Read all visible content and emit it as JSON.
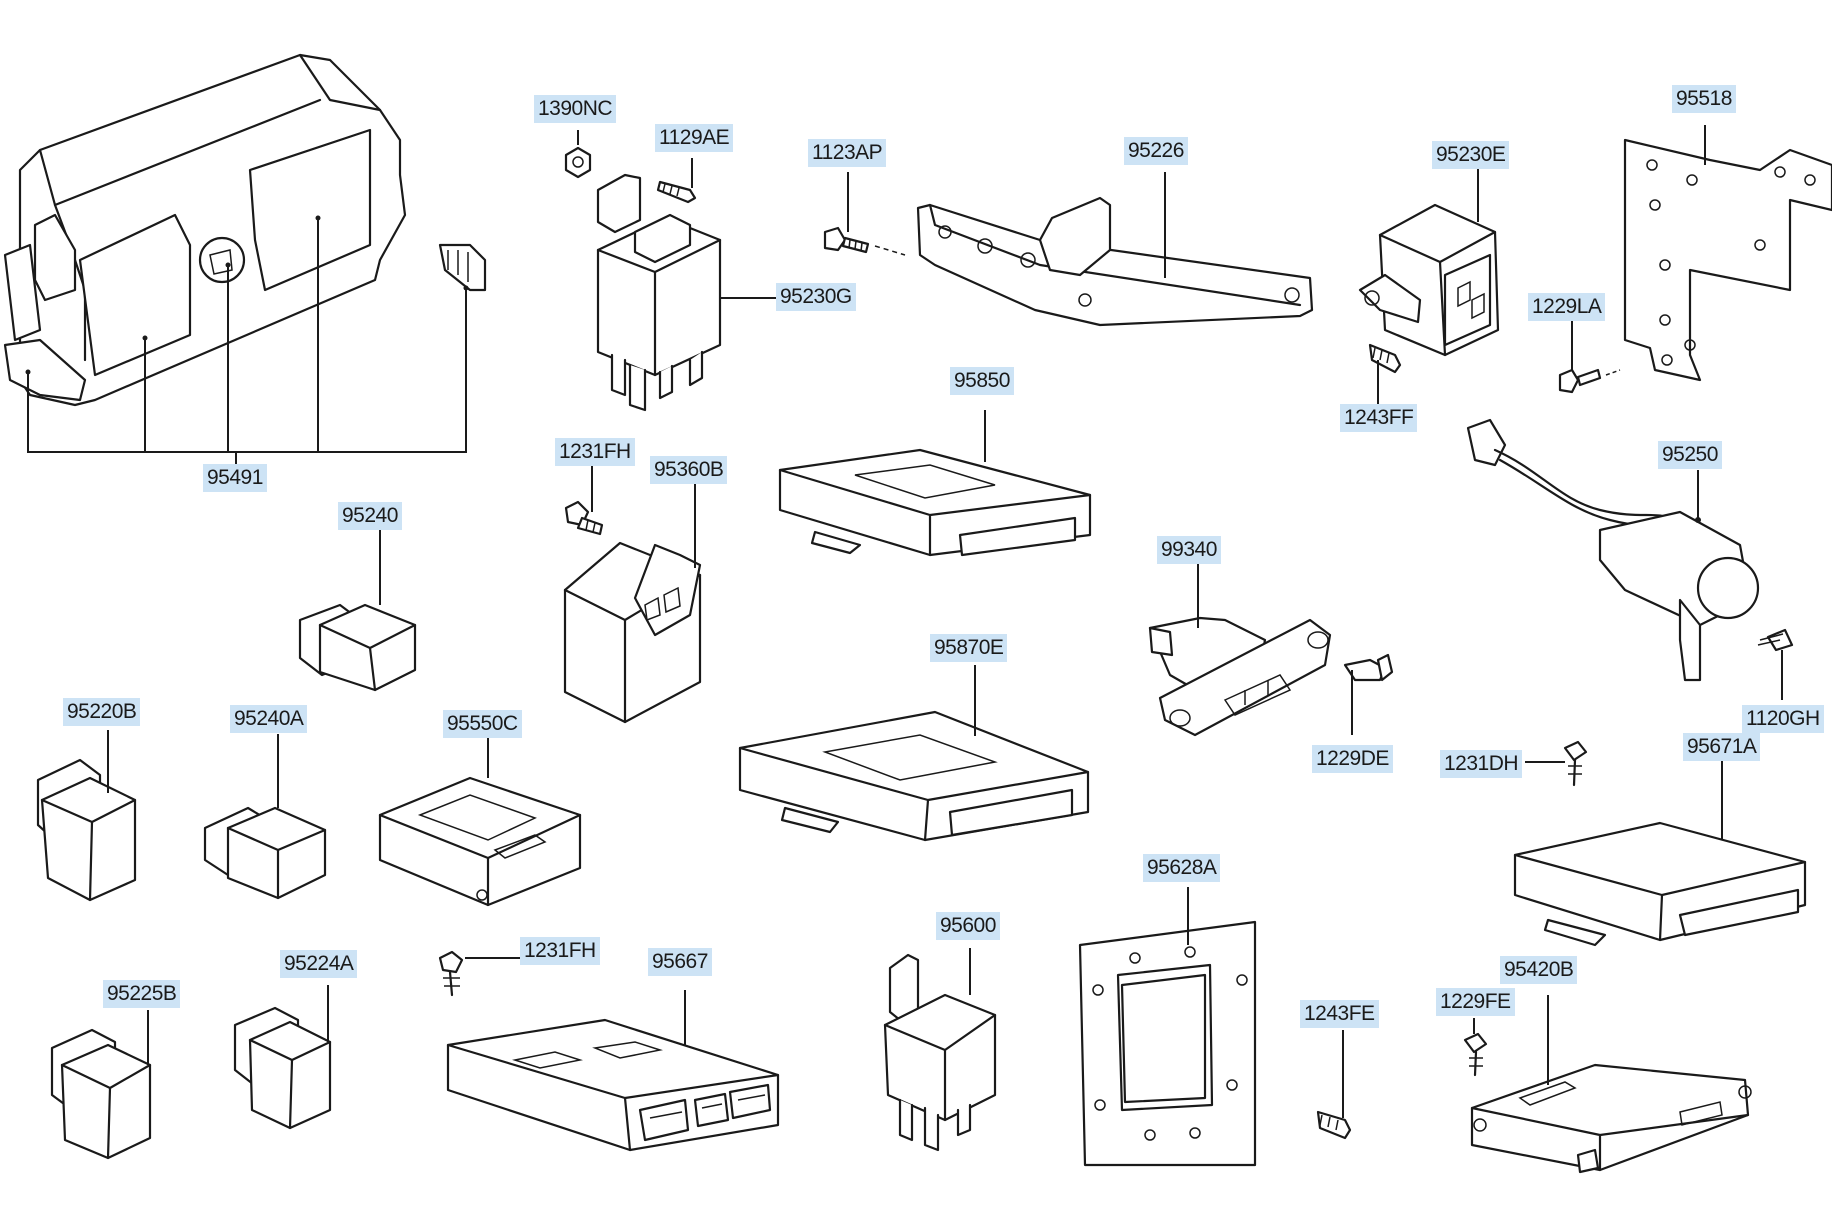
{
  "label_bg": "#cde3f5",
  "parts": {
    "p1390NC": "1390NC",
    "p1129AE": "1129AE",
    "p1123AP": "1123AP",
    "p95226": "95226",
    "p95230E": "95230E",
    "p95518": "95518",
    "p95230G": "95230G",
    "p1229LA": "1229LA",
    "p1243FF": "1243FF",
    "p95850": "95850",
    "p1231FH_a": "1231FH",
    "p95360B": "95360B",
    "p95491": "95491",
    "p95250": "95250",
    "p95240": "95240",
    "p99340": "99340",
    "p95870E": "95870E",
    "p95220B": "95220B",
    "p95240A": "95240A",
    "p95550C": "95550C",
    "p1120GH": "1120GH",
    "p1229DE": "1229DE",
    "p1231DH": "1231DH",
    "p95671A": "95671A",
    "p95628A": "95628A",
    "p95600": "95600",
    "p1231FH_b": "1231FH",
    "p95667": "95667",
    "p95224A": "95224A",
    "p95225B": "95225B",
    "p1243FE": "1243FE",
    "p95420B": "95420B",
    "p1229FE": "1229FE"
  }
}
